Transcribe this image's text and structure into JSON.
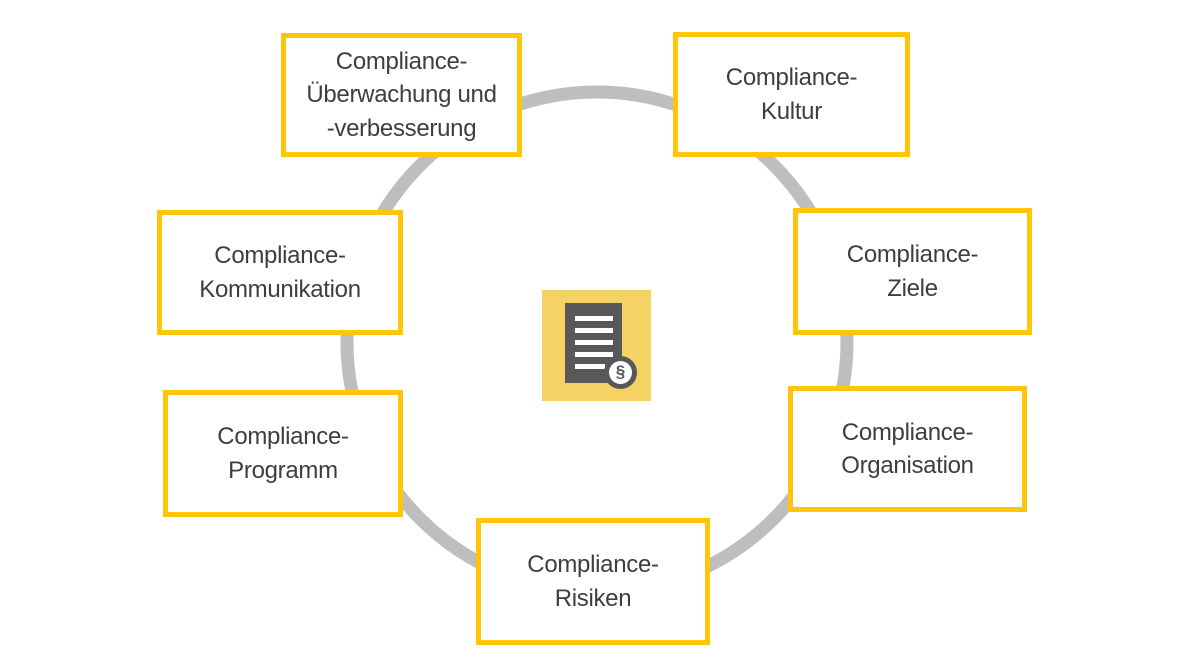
{
  "diagram": {
    "name": "compliance-management-cycle",
    "nodes": [
      {
        "id": "ueberwachung",
        "label": "Compliance-\nÜberwachung und\n-verbesserung"
      },
      {
        "id": "kultur",
        "label": "Compliance-\nKultur"
      },
      {
        "id": "ziele",
        "label": "Compliance-\nZiele"
      },
      {
        "id": "organisation",
        "label": "Compliance-\nOrganisation"
      },
      {
        "id": "risiken",
        "label": "Compliance-\nRisiken"
      },
      {
        "id": "programm",
        "label": "Compliance-\nProgramm"
      },
      {
        "id": "kommunikation",
        "label": "Compliance-\nKommunikation"
      }
    ],
    "center_icon": {
      "name": "document-paragraph-icon",
      "glyph": "§"
    },
    "colors": {
      "box_border": "#fdc608",
      "box_background": "#ffffff",
      "text": "#3e3e3d",
      "ring": "#bebebe",
      "center_tile_background": "#f6d164",
      "icon_dark": "#58585a"
    }
  }
}
